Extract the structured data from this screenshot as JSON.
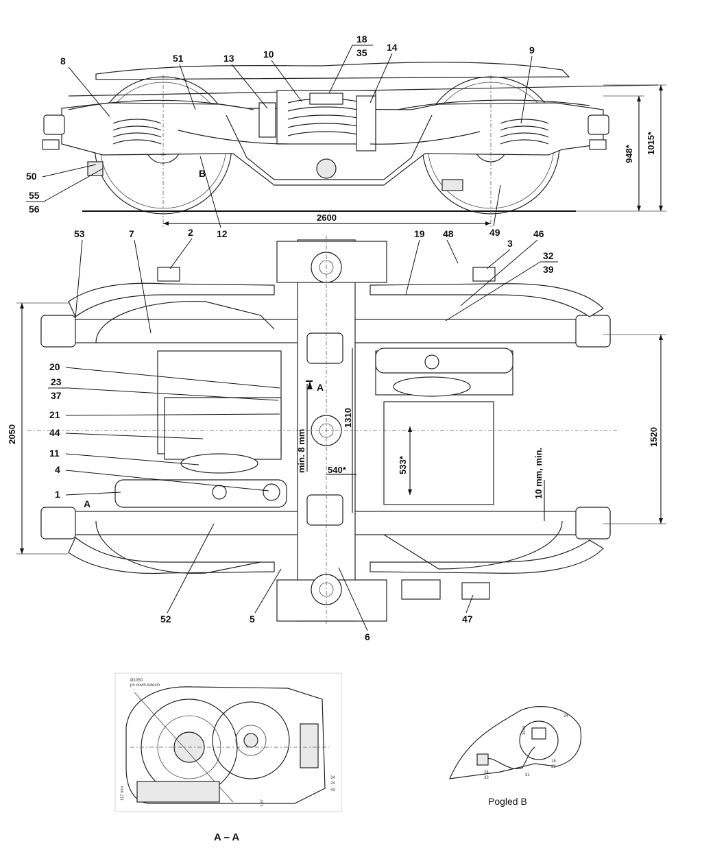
{
  "callouts": {
    "n8": "8",
    "n51": "51",
    "n13": "13",
    "n10": "10",
    "n18": "18",
    "n35": "35",
    "n14": "14",
    "n9": "9",
    "n50": "50",
    "n55": "55",
    "n56": "56",
    "n12": "12",
    "n49": "49",
    "nB": "B",
    "n53": "53",
    "n7": "7",
    "n2": "2",
    "n19": "19",
    "n48": "48",
    "n3": "3",
    "n46": "46",
    "n32": "32",
    "n39": "39",
    "n20": "20",
    "n23": "23",
    "n37": "37",
    "n21": "21",
    "n44": "44",
    "n11": "11",
    "n4": "4",
    "n1": "1",
    "nA": "A",
    "nA2": "A",
    "n52": "52",
    "n5": "5",
    "n6": "6",
    "n47": "47"
  },
  "dimensions": {
    "d948": "948*",
    "d1015": "1015*",
    "d2600": "2600",
    "d2050": "2050",
    "d1310": "1310",
    "dmin8": "min. 8 mm",
    "d540": "540*",
    "d533": "533*",
    "d10min": "10 mm, min.",
    "d1520": "1520"
  },
  "captions": {
    "section": "A – A",
    "view_b": "Pogled B"
  },
  "small_labels": {
    "aa_note1": "Ø1050",
    "aa_note2": "pri novih kolesih",
    "aa_34": "34",
    "aa_24": "24",
    "aa_43": "43",
    "aa_117": "117 min",
    "aa_157": "157",
    "pb_24a": "24",
    "pb_3mm": "3mm",
    "pb_24b": "24",
    "pb_33": "33",
    "pb_31": "31",
    "pb_18": "18",
    "pb_32": "32"
  }
}
